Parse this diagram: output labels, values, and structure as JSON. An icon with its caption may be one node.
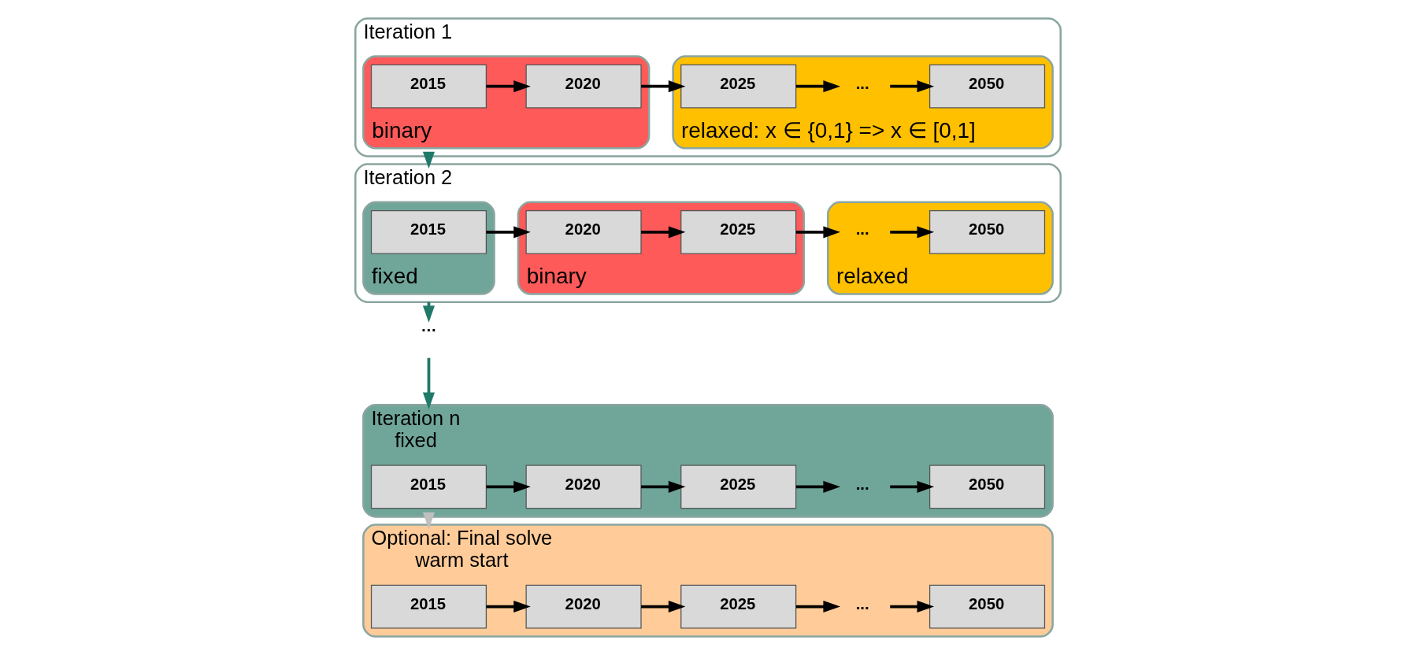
{
  "diagram": {
    "nodes": [
      {
        "text": [
          "Iteration 1"
        ]
      },
      {
        "text": [
          "binary"
        ],
        "in": 0
      },
      {
        "text": [
          "2015"
        ],
        "in": 1
      },
      {
        "text": [
          "2020"
        ],
        "in": 1
      },
      {
        "text": [
          "relaxed: x ∈ {0,1} => x ∈ [0,1]"
        ],
        "in": 0
      },
      {
        "text": [
          "2025"
        ],
        "in": 4
      },
      {
        "text": [
          "..."
        ],
        "in": 4
      },
      {
        "text": [
          "2050"
        ],
        "in": 4
      },
      {
        "text": [
          "Iteration 2"
        ]
      },
      {
        "text": [
          "fixed"
        ],
        "in": 8
      },
      {
        "text": [
          "2015"
        ],
        "in": 9
      },
      {
        "text": [
          "binary"
        ],
        "in": 8
      },
      {
        "text": [
          "2020"
        ],
        "in": 11
      },
      {
        "text": [
          "2025"
        ],
        "in": 11
      },
      {
        "text": [
          "relaxed"
        ],
        "in": 8
      },
      {
        "text": [
          "..."
        ],
        "in": 14
      },
      {
        "text": [
          "2050"
        ],
        "in": 14
      },
      {
        "text": [
          "…"
        ]
      },
      {
        "text": [
          "Iteration n",
          "fixed"
        ]
      },
      {
        "text": [
          "2015"
        ],
        "in": 18
      },
      {
        "text": [
          "2020"
        ],
        "in": 18
      },
      {
        "text": [
          "2025"
        ],
        "in": 18
      },
      {
        "text": [
          "..."
        ],
        "in": 18
      },
      {
        "text": [
          "2050"
        ],
        "in": 18
      },
      {
        "text": [
          "Optional: Final solve",
          "warm start"
        ]
      },
      {
        "text": [
          "2015"
        ],
        "in": 24
      },
      {
        "text": [
          "2020"
        ],
        "in": 24
      },
      {
        "text": [
          "2025"
        ],
        "in": 24
      },
      {
        "text": [
          "..."
        ],
        "in": 24
      },
      {
        "text": [
          "2050"
        ],
        "in": 24
      }
    ],
    "edges": [
      {
        "from": 2,
        "to": 3,
        "arrow": "to"
      },
      {
        "from": 3,
        "to": 5,
        "arrow": "to"
      },
      {
        "from": 5,
        "to": 6,
        "arrow": "to"
      },
      {
        "from": 6,
        "to": 7,
        "arrow": "to"
      },
      {
        "from": 0,
        "to": 8,
        "arrow": "to",
        "color": "#1f7a6a"
      },
      {
        "from": 10,
        "to": 12,
        "arrow": "to"
      },
      {
        "from": 12,
        "to": 13,
        "arrow": "to"
      },
      {
        "from": 13,
        "to": 15,
        "arrow": "to"
      },
      {
        "from": 15,
        "to": 16,
        "arrow": "to"
      },
      {
        "from": 8,
        "to": 17,
        "arrow": "to",
        "color": "#1f7a6a"
      },
      {
        "from": 17,
        "to": 18,
        "arrow": "to",
        "color": "#1f7a6a"
      },
      {
        "from": 19,
        "to": 20,
        "arrow": "to"
      },
      {
        "from": 20,
        "to": 21,
        "arrow": "to"
      },
      {
        "from": 21,
        "to": 22,
        "arrow": "to"
      },
      {
        "from": 22,
        "to": 23,
        "arrow": "to"
      },
      {
        "from": 18,
        "to": 24,
        "arrow": "to",
        "color": "#bfbfbf"
      },
      {
        "from": 25,
        "to": 26,
        "arrow": "to"
      },
      {
        "from": 26,
        "to": 27,
        "arrow": "to"
      },
      {
        "from": 27,
        "to": 28,
        "arrow": "to"
      },
      {
        "from": 28,
        "to": 29,
        "arrow": "to"
      }
    ]
  }
}
